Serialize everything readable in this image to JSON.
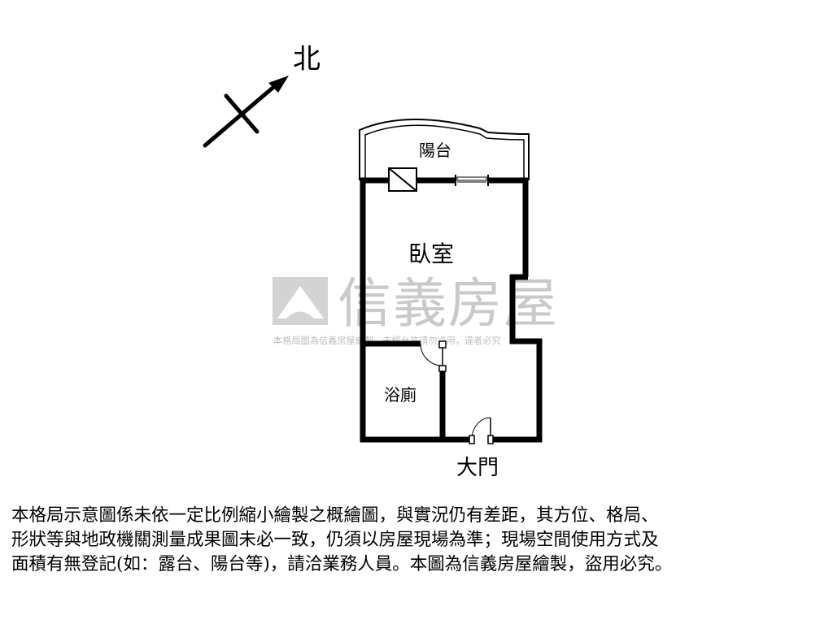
{
  "compass": {
    "north_label": "北"
  },
  "rooms": {
    "balcony": "陽台",
    "bedroom": "臥室",
    "bathroom": "浴廁",
    "entrance": "大門"
  },
  "watermark": {
    "brand": "信義房屋",
    "notice": "本格局圖為信義房屋繪製，未經允許請勿盜用，違者必究"
  },
  "disclaimer": {
    "lines": [
      "本格局示意圖係未依一定比例縮小繪製之概繪圖，與實況仍有差距，其方位、格局、",
      "形狀等與地政機關測量成果圖未必一致，仍須以房屋現場為準；現場空間使用方式及",
      "面積有無登記(如：露台、陽台等)，請洽業務人員。本圖為信義房屋繪製，盜用必究。"
    ]
  }
}
